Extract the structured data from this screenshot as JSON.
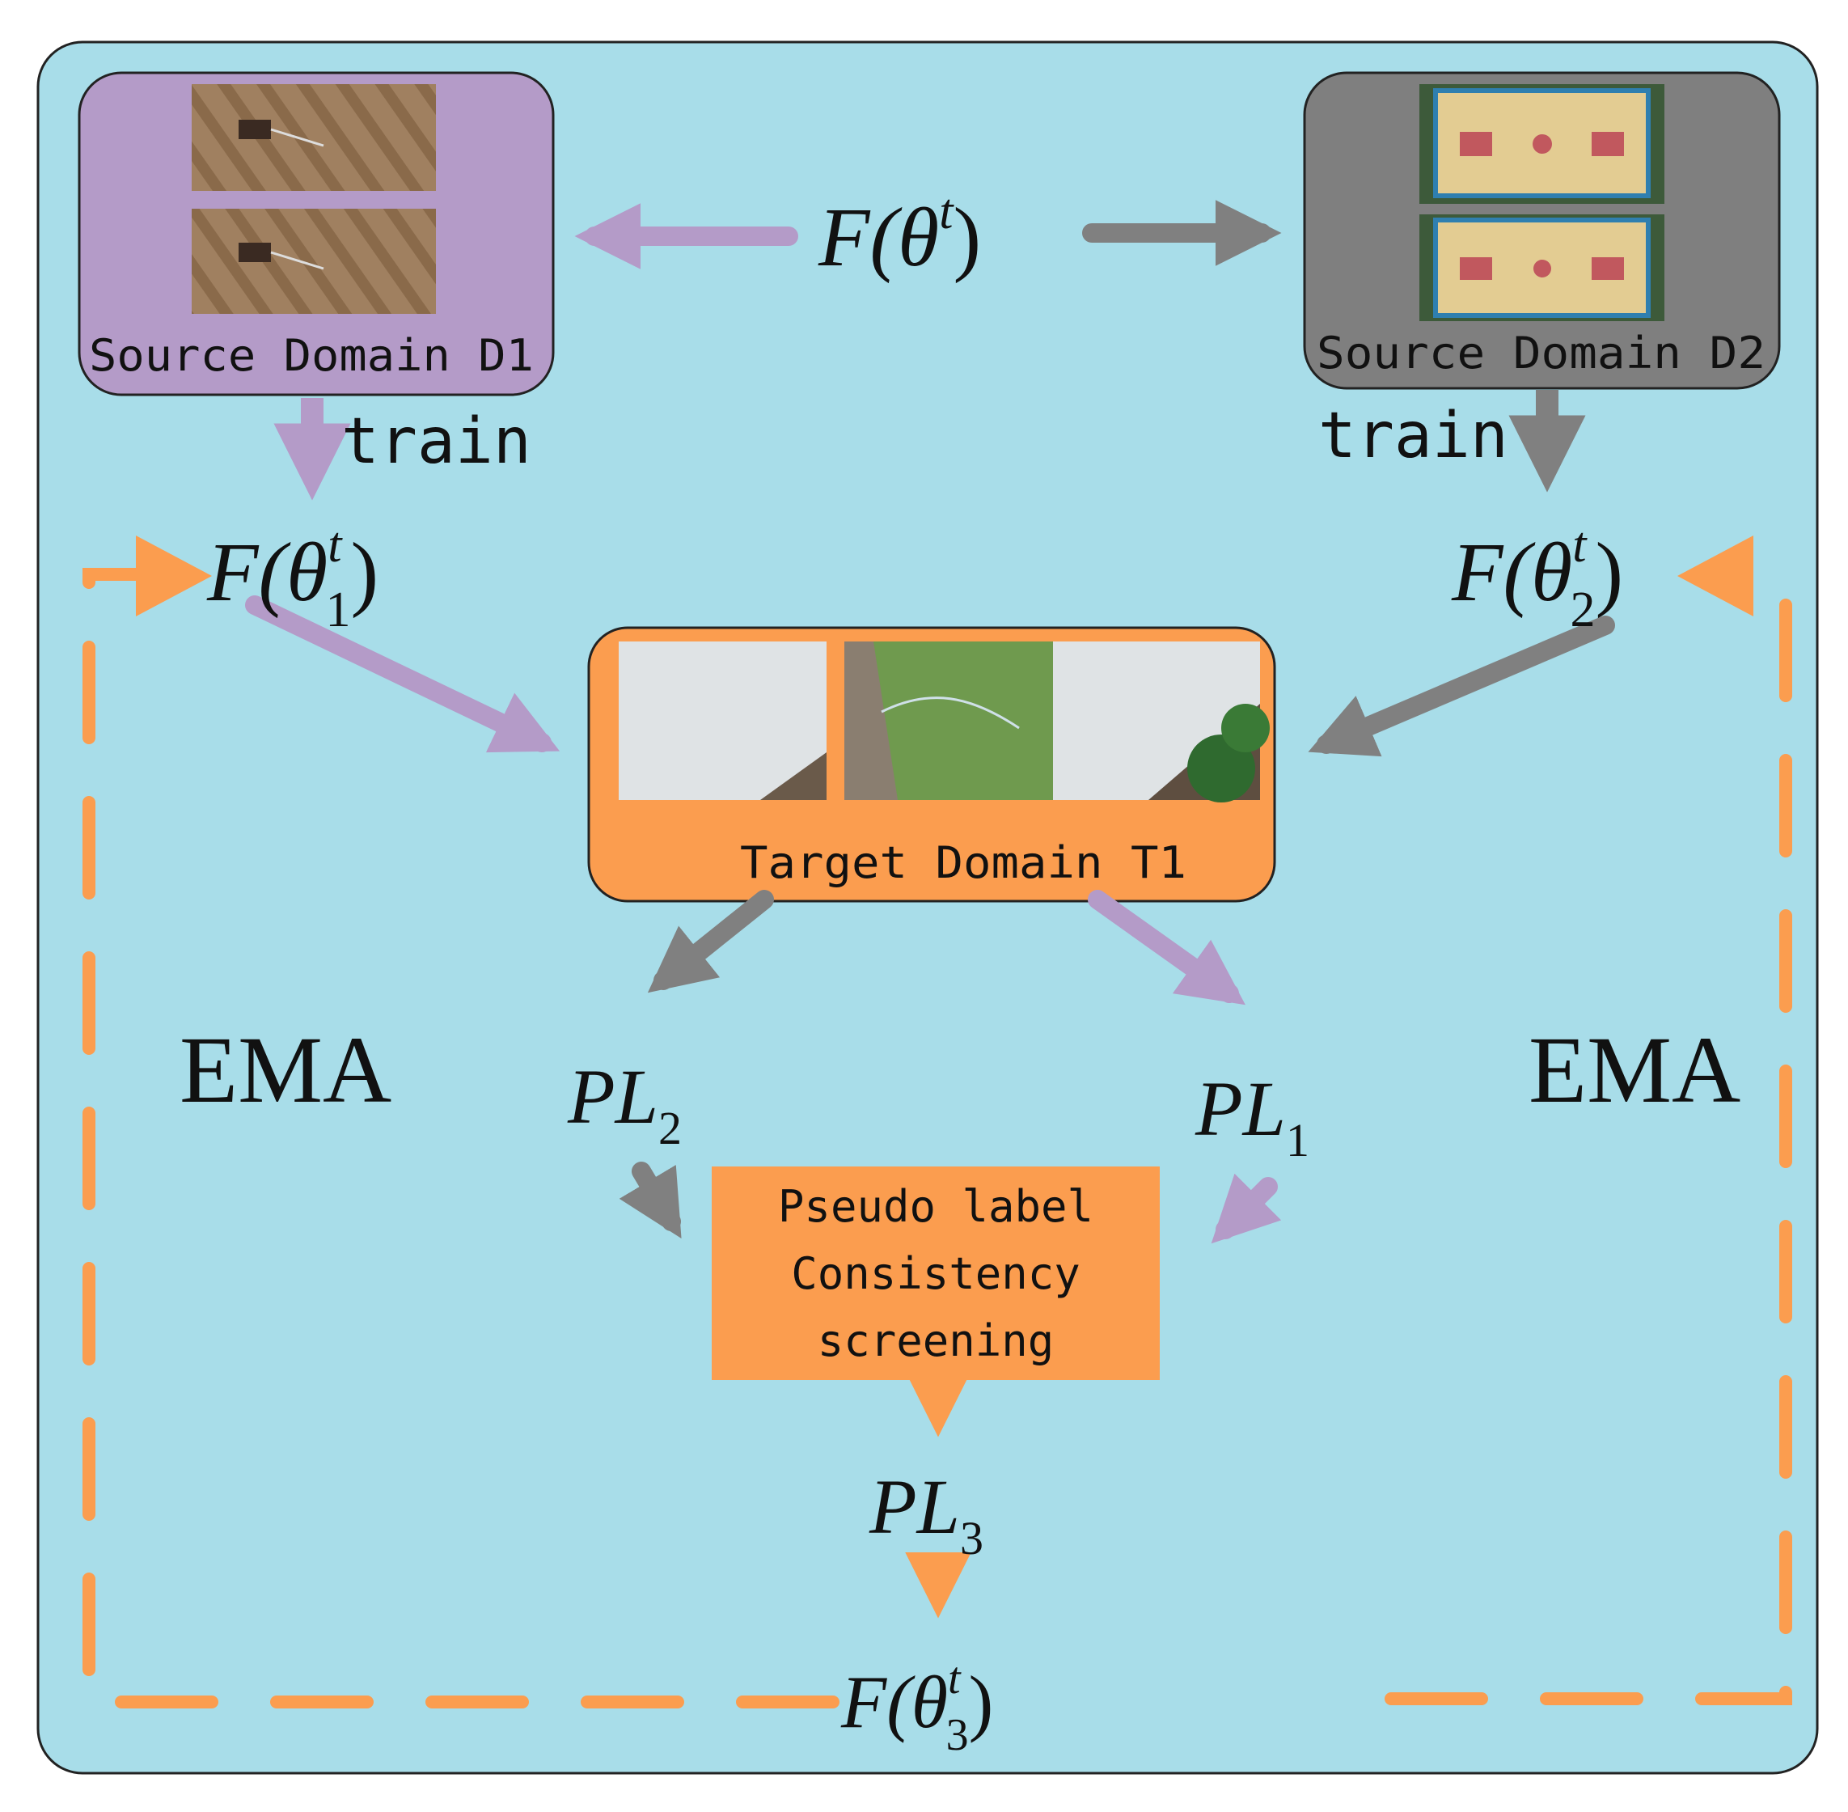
{
  "source_d1": {
    "label": "Source Domain D1"
  },
  "source_d2": {
    "label": "Source Domain D2"
  },
  "target_t1": {
    "label": "Target Domain T1"
  },
  "train_left": "train",
  "train_right": "train",
  "ema_left": "EMA",
  "ema_right": "EMA",
  "screening": {
    "line1": "Pseudo label",
    "line2": "Consistency",
    "line3": "screening"
  },
  "math": {
    "f_open": "F(",
    "theta": "θ",
    "sup_t": "t",
    "close": ")",
    "sub_1": "1",
    "sub_2": "2",
    "sub_3": "3",
    "pl": "PL"
  },
  "colors": {
    "panel_bg": "#a8dde9",
    "d1_box": "#b49bc8",
    "d2_box": "#7f7f7f",
    "target_box": "#fb9d4f",
    "purple_arrow": "#b49bc8",
    "gray_arrow": "#808080",
    "orange_arrow": "#fb9d4f"
  },
  "icons": {
    "d1_images": "aerial-desert-field-thumbnails",
    "d2_images": "aerial-basketball-court-thumbnails",
    "t1_images": "aerial-rooftop-and-grass-thumbnails"
  }
}
